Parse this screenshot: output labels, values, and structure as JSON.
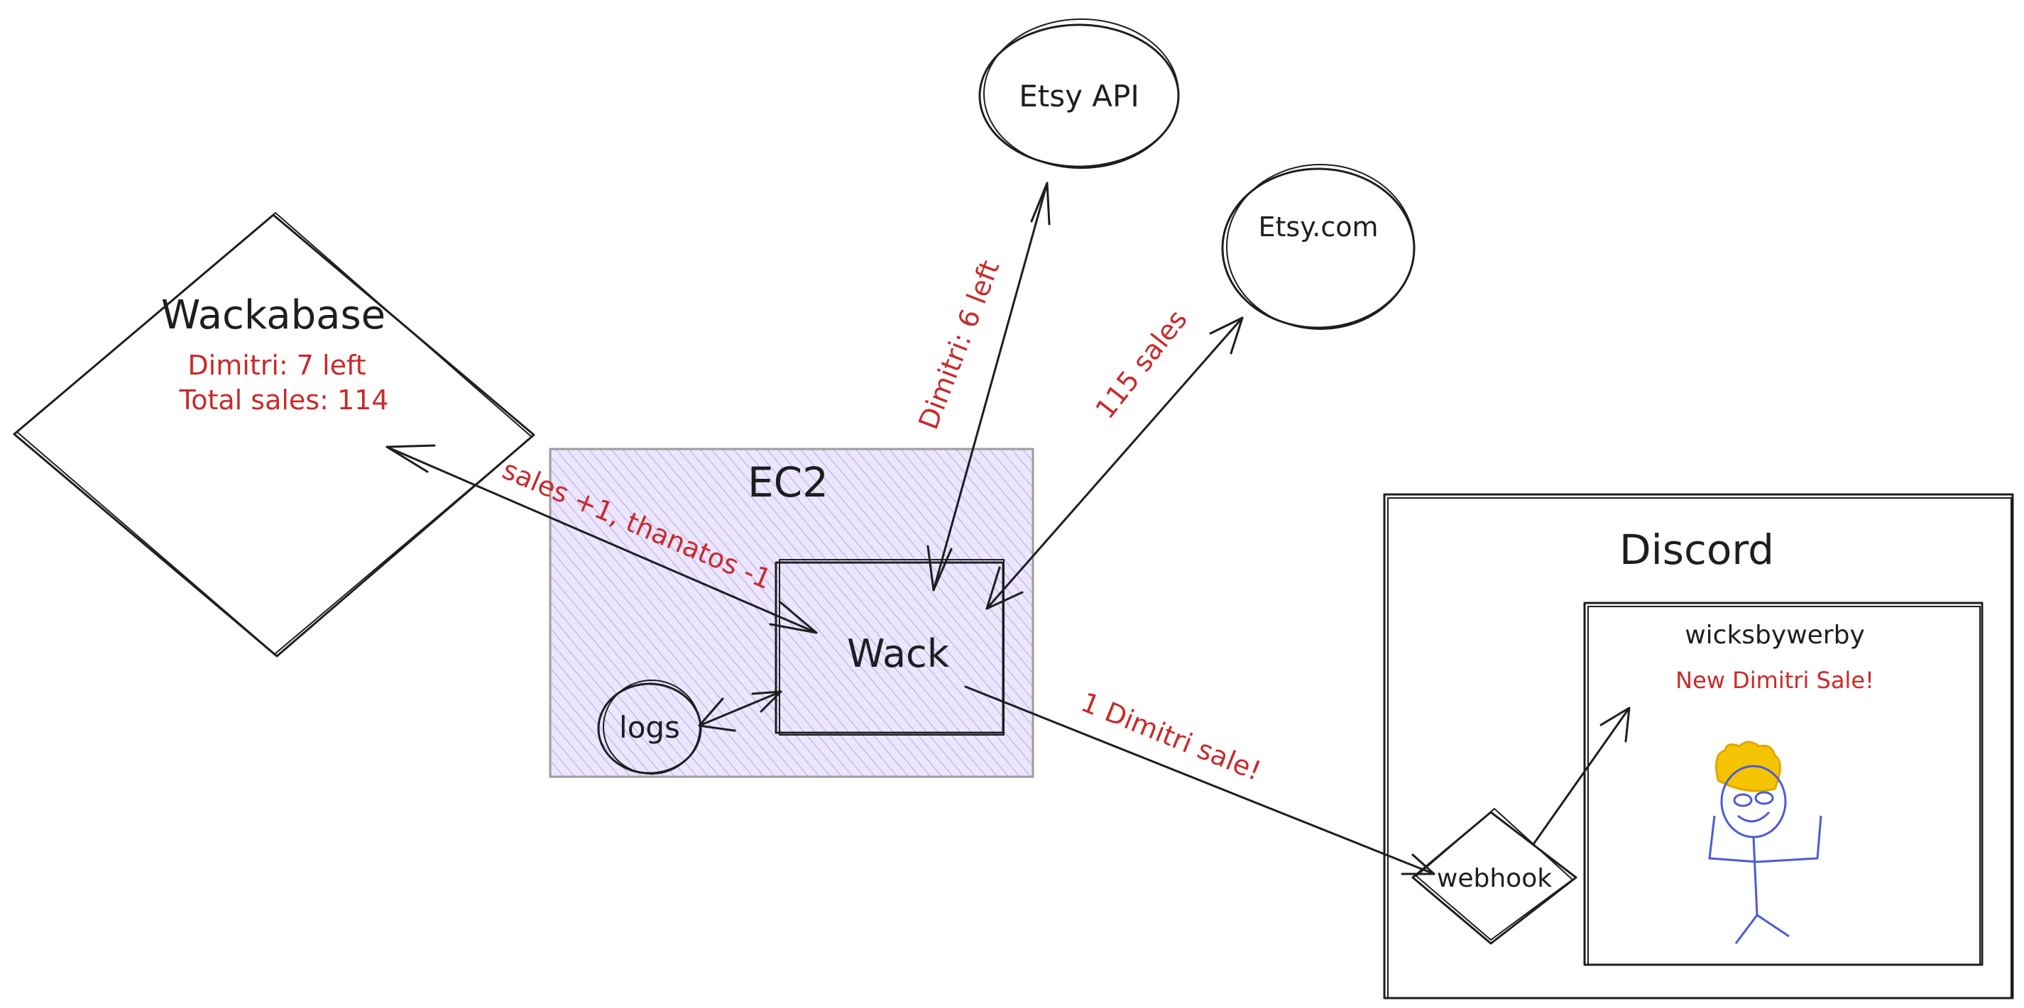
{
  "nodes": {
    "wackabase": {
      "title": "Wackabase",
      "line1": "Dimitri: 7 left",
      "line2": "Total sales: 114"
    },
    "ec2": {
      "title": "EC2"
    },
    "wack": {
      "title": "Wack"
    },
    "logs": {
      "title": "logs"
    },
    "etsy_api": {
      "title": "Etsy API"
    },
    "etsy_com": {
      "title": "Etsy.com"
    },
    "discord": {
      "title": "Discord"
    },
    "channel": {
      "title": "wicksbywerby",
      "message": "New Dimitri Sale!"
    },
    "webhook": {
      "title": "webhook"
    }
  },
  "edges": {
    "wack_wackabase": "sales +1, thanatos -1",
    "wack_etsy_api": "Dimitri: 6 left",
    "wack_etsy_com": "115 sales",
    "wack_webhook": "1 Dimitri sale!"
  },
  "colors": {
    "ec2_fill": "#d0bfff",
    "annotation": "#c92a2a",
    "hair": "#f5c400",
    "stick_figure": "#4a5bd6",
    "hatch": "#c7c7c7"
  }
}
